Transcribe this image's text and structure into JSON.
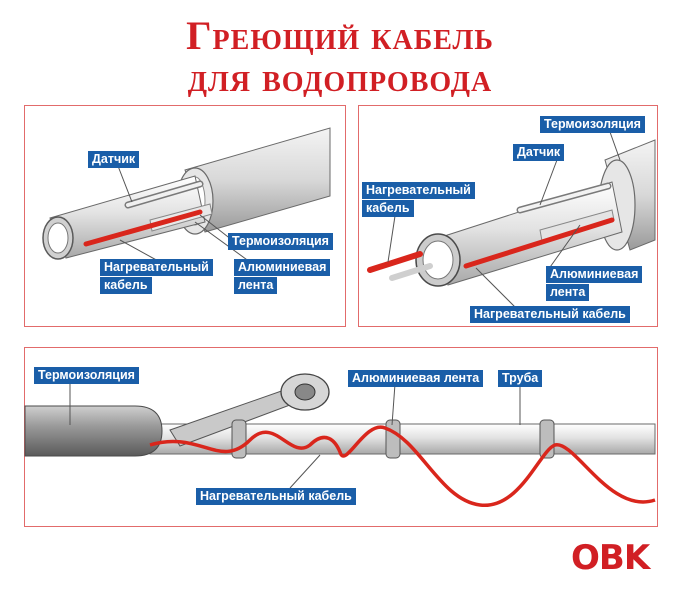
{
  "title": {
    "line1": "Греющий кабель",
    "line2": "для водопровода"
  },
  "panel_left": {
    "labels": {
      "sensor": "Датчик",
      "insulation": "Термоизоляция",
      "heating_cable_1": "Нагревательный",
      "heating_cable_2": "кабель",
      "alu_tape_1": "Алюминиевая",
      "alu_tape_2": "лента"
    }
  },
  "panel_right": {
    "labels": {
      "insulation": "Термоизоляция",
      "sensor": "Датчик",
      "heating_cable_1": "Нагревательный",
      "heating_cable_2": "кабель",
      "alu_tape_1": "Алюминиевая",
      "alu_tape_2": "лента",
      "heating_cable_full": "Нагревательный кабель"
    }
  },
  "panel_bottom": {
    "labels": {
      "insulation": "Термоизоляция",
      "alu_tape": "Алюминиевая лента",
      "pipe": "Труба",
      "heating_cable": "Нагревательный кабель"
    }
  },
  "logo": "OBK",
  "colors": {
    "accent_red": "#d11f24",
    "label_blue": "#1a5ea8",
    "cable_red": "#d9261c",
    "panel_border": "#e26b6b"
  }
}
